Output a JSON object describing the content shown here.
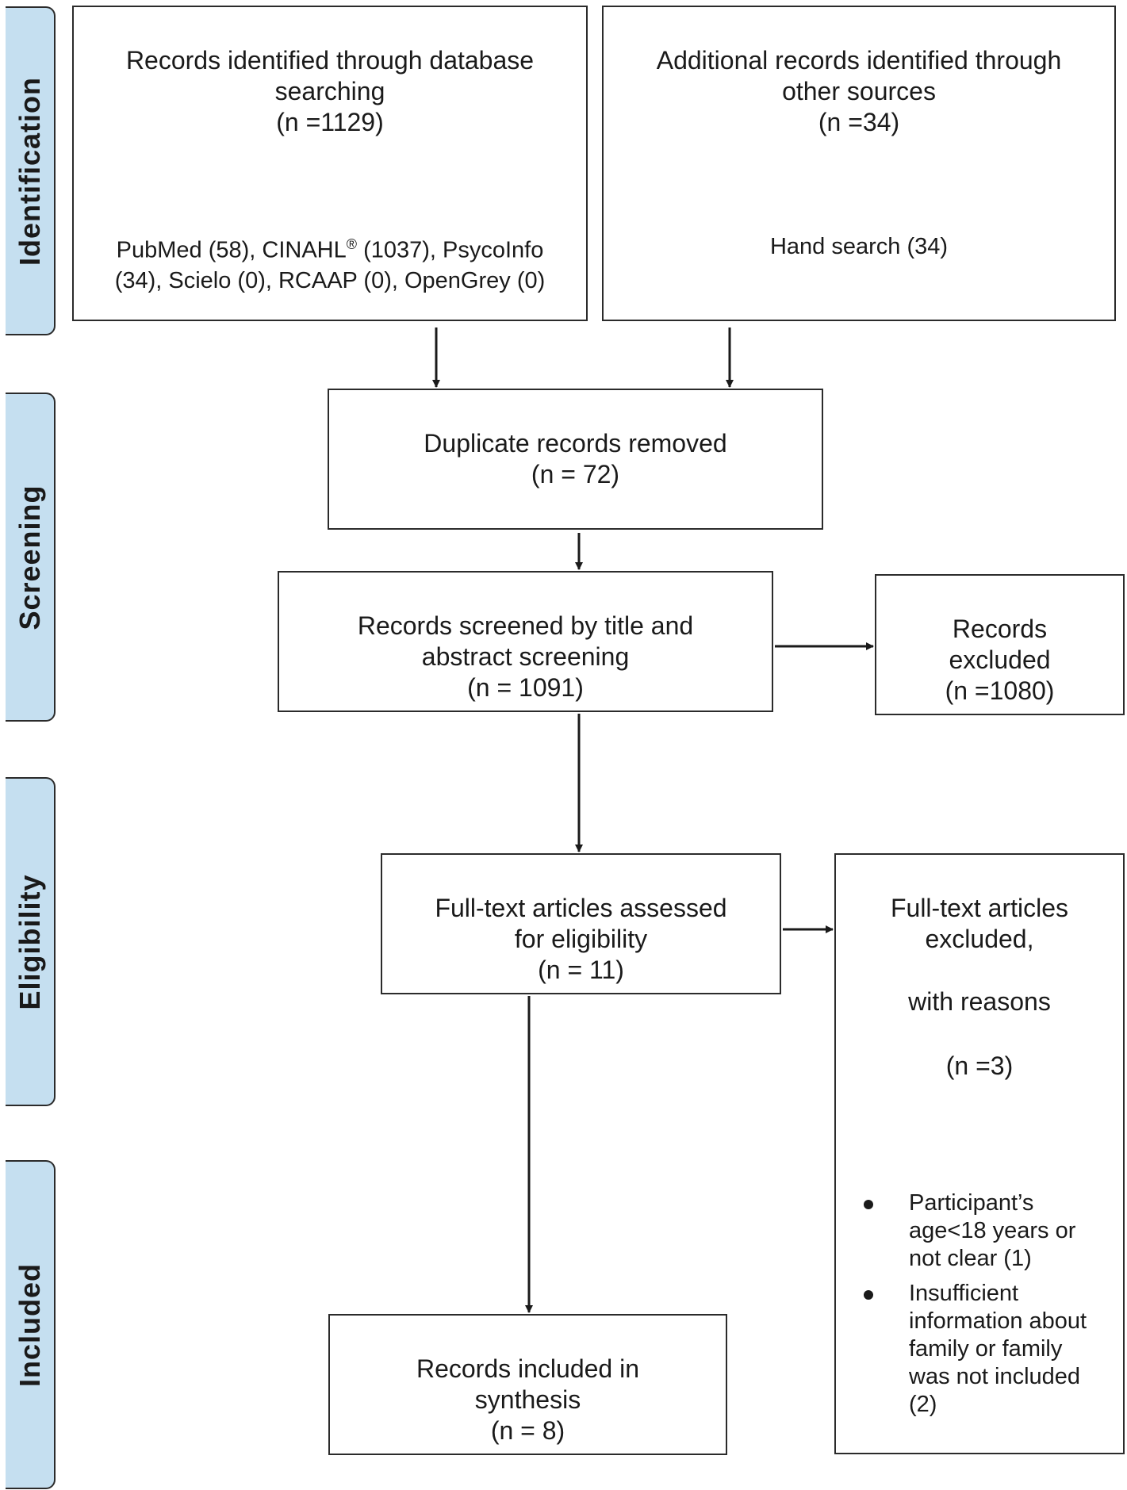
{
  "phases": {
    "identification": "Identification",
    "screening": "Screening",
    "eligibility": "Eligibility",
    "included": "Included"
  },
  "boxes": {
    "database": {
      "title_line1": "Records identified through database",
      "title_line2": "searching",
      "count": "(n =1129)",
      "sources_line1_pre": "PubMed (58), CINAHL",
      "sources_line1_sup": "®",
      "sources_line1_post": " (1037), PsycoInfo",
      "sources_line2": "(34), Scielo (0), RCAAP (0), OpenGrey (0)"
    },
    "other_sources": {
      "title_line1": "Additional records identified through",
      "title_line2": "other sources",
      "count": "(n =34)",
      "detail": "Hand search (34)"
    },
    "duplicates": {
      "title": "Duplicate records removed",
      "count": "(n = 72)"
    },
    "screened": {
      "title_line1": "Records screened by title and",
      "title_line2": "abstract screening",
      "count": "(n = 1091)"
    },
    "excluded": {
      "title_line1": "Records",
      "title_line2": "excluded",
      "count": "(n =1080)"
    },
    "fulltext": {
      "title_line1": "Full-text articles assessed",
      "title_line2": "for eligibility",
      "count": "(n = 11)"
    },
    "fulltext_excluded": {
      "title_line1": "Full-text articles",
      "title_line2": "excluded,",
      "reasons": "with reasons",
      "count": "(n =3)",
      "reason_items": [
        [
          "Participant’s",
          "age<18 years or",
          "not clear (1)"
        ],
        [
          "Insufficient",
          "information about",
          "family or family",
          "was not included",
          "(2)"
        ]
      ]
    },
    "included": {
      "title_line1": "Records included in",
      "title_line2": "synthesis",
      "count": "(n = 8)"
    }
  }
}
